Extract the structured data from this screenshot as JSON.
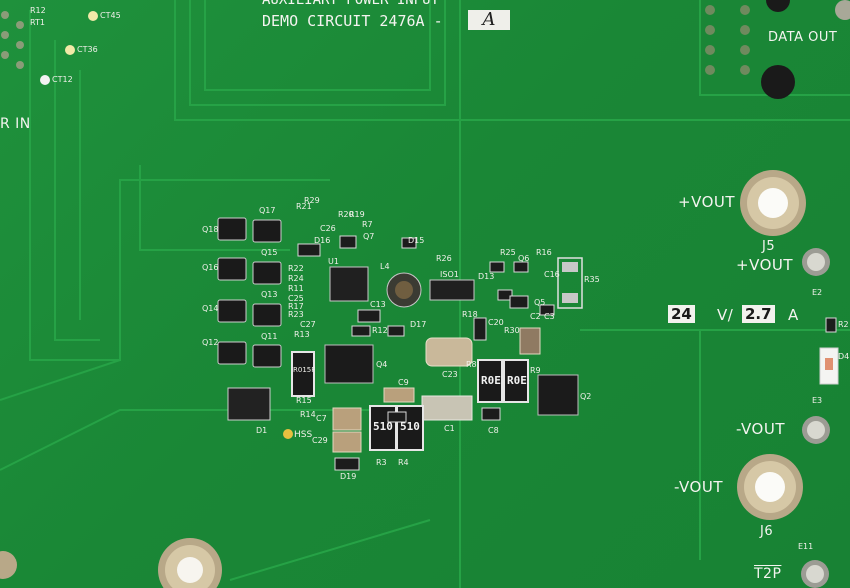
{
  "board": {
    "title_partial": "AUXILIARY POWER INPUT",
    "demo_circuit": "DEMO CIRCUIT 2476A -",
    "revision_handwritten": "A",
    "data_out": "DATA OUT",
    "power_in_partial": "R IN",
    "vout_setting": {
      "volts_handwritten": "24",
      "v_suffix": "V/",
      "amps_handwritten": "2.7",
      "a_suffix": "A"
    }
  },
  "connectors": [
    {
      "label": "+VOUT",
      "ref": "J5"
    },
    {
      "label": "+VOUT",
      "ref": "E2"
    },
    {
      "label": "-VOUT",
      "ref": "E3"
    },
    {
      "label": "-VOUT",
      "ref": "J6"
    },
    {
      "label": "T2P",
      "ref": "E11"
    }
  ],
  "testpoints": [
    "CT45",
    "CT36",
    "CT12"
  ],
  "resistor_markings": [
    "510",
    "510",
    "R015F",
    "R0E",
    "R0E"
  ],
  "designators": [
    "R12",
    "RT1",
    "Q17",
    "Q18",
    "Q16",
    "Q15",
    "Q14",
    "Q13",
    "Q12",
    "Q11",
    "R29",
    "R21",
    "R20",
    "R19",
    "R7",
    "C26",
    "D16",
    "Q7",
    "D15",
    "U1",
    "R22",
    "R24",
    "R11",
    "C25",
    "R17",
    "R23",
    "C27",
    "R13",
    "L4",
    "R26",
    "ISO1",
    "R25",
    "Q6",
    "R16",
    "C16",
    "R35",
    "D13",
    "Q5",
    "C2",
    "C13",
    "R12",
    "D17",
    "R18",
    "C20",
    "R30",
    "C3",
    "C23",
    "Q4",
    "R8",
    "R9",
    "R15",
    "C9",
    "R14",
    "HSS",
    "C7",
    "C29",
    "D1",
    "R3",
    "R4",
    "C1",
    "C8",
    "D19",
    "Q2",
    "R2",
    "D4"
  ]
}
